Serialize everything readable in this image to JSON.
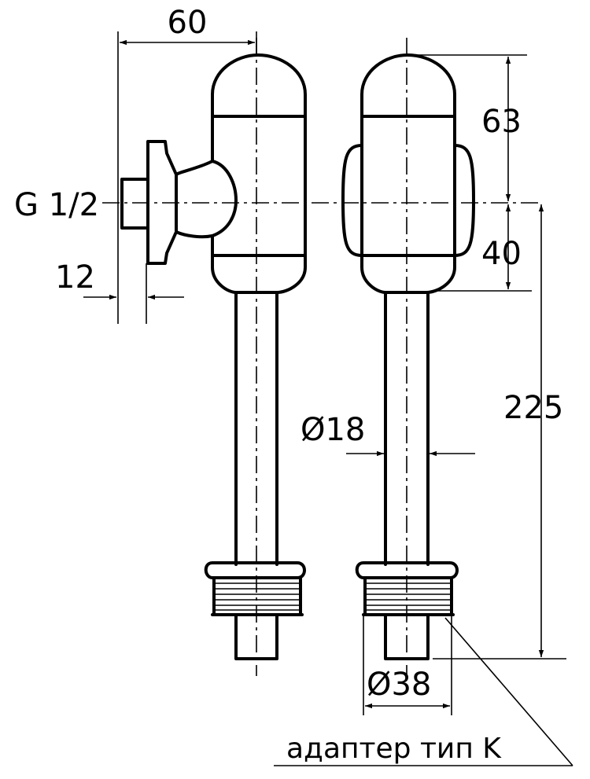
{
  "dimensions": {
    "width_top": "60",
    "connection_thread": "G 1/2",
    "connection_length": "12",
    "cap_height": "63",
    "body_height": "40",
    "total_length": "225",
    "pipe_diameter": "Ø18",
    "adapter_diameter": "Ø38"
  },
  "callout": {
    "adapter_label": "адаптер тип K"
  }
}
